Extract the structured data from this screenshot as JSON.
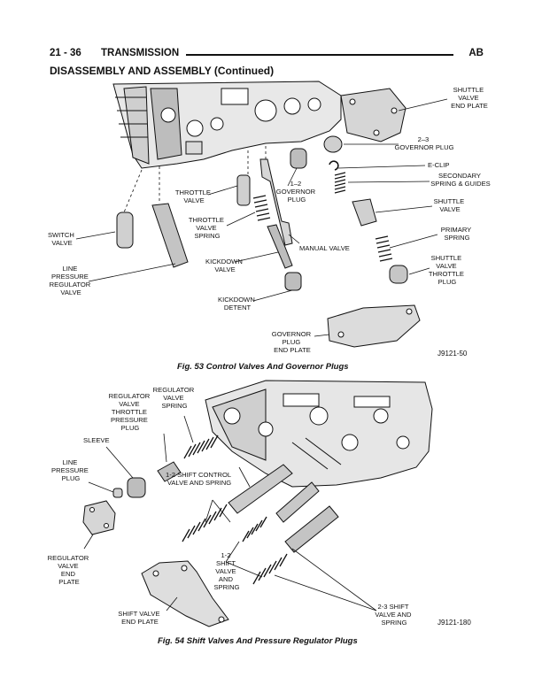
{
  "header": {
    "page": "21 - 36",
    "section": "TRANSMISSION",
    "code": "AB"
  },
  "subtitle": "DISASSEMBLY AND ASSEMBLY (Continued)",
  "fig53": {
    "caption": "Fig. 53 Control Valves And Governor Plugs",
    "id": "J9121-50",
    "labels": {
      "shuttle_valve_end_plate": [
        "SHUTTLE",
        "VALVE",
        "END PLATE"
      ],
      "governor_plug_23": [
        "2–3",
        "GOVERNOR PLUG"
      ],
      "e_clip": [
        "E-CLIP"
      ],
      "secondary_spring": [
        "SECONDARY",
        "SPRING & GUIDES"
      ],
      "shuttle_valve": [
        "SHUTTLE",
        "VALVE"
      ],
      "primary_spring": [
        "PRIMARY",
        "SPRING"
      ],
      "shuttle_valve_throttle_plug": [
        "SHUTTLE",
        "VALVE",
        "THROTTLE",
        "PLUG"
      ],
      "throttle_valve": [
        "THROTTLE",
        "VALVE"
      ],
      "governor_plug_12": [
        "1–2",
        "GOVERNOR",
        "PLUG"
      ],
      "throttle_valve_spring": [
        "THROTTLE",
        "VALVE",
        "SPRING"
      ],
      "manual_valve": [
        "MANUAL VALVE"
      ],
      "switch_valve": [
        "SWITCH",
        "VALVE"
      ],
      "kickdown_valve": [
        "KICKDOWN",
        "VALVE"
      ],
      "line_pressure_regulator_valve": [
        "LINE",
        "PRESSURE",
        "REGULATOR",
        "VALVE"
      ],
      "kickdown_detent": [
        "KICKDOWN",
        "DETENT"
      ],
      "governor_plug_end_plate": [
        "GOVERNOR",
        "PLUG",
        "END PLATE"
      ]
    }
  },
  "fig54": {
    "caption": "Fig. 54 Shift Valves And Pressure Regulator Plugs",
    "id": "J9121-180",
    "labels": {
      "regulator_valve_throttle_pressure_plug": [
        "REGULATOR",
        "VALVE",
        "THROTTLE",
        "PRESSURE",
        "PLUG"
      ],
      "regulator_valve_spring": [
        "REGULATOR",
        "VALVE",
        "SPRING"
      ],
      "sleeve": [
        "SLEEVE"
      ],
      "line_pressure_plug": [
        "LINE",
        "PRESSURE",
        "PLUG"
      ],
      "shift_control_12": [
        "1-2 SHIFT CONTROL",
        "VALVE AND SPRING"
      ],
      "regulator_valve_end_plate": [
        "REGULATOR",
        "VALVE",
        "END",
        "PLATE"
      ],
      "shift_valve_12": [
        "1-2",
        "SHIFT",
        "VALVE",
        "AND",
        "SPRING"
      ],
      "shift_valve_23": [
        "2-3 SHIFT",
        "VALVE AND",
        "SPRING"
      ],
      "shift_valve_end_plate": [
        "SHIFT VALVE",
        "END PLATE"
      ]
    }
  }
}
